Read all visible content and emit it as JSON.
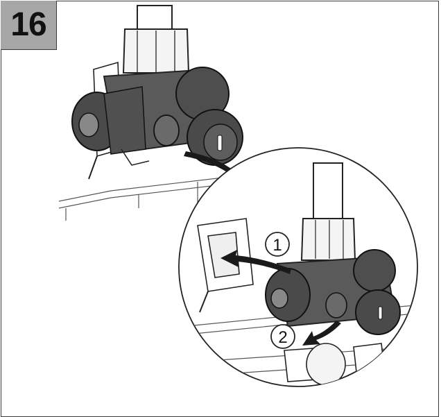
{
  "step": {
    "number": "16"
  },
  "callouts": [
    {
      "label": "1"
    },
    {
      "label": "2"
    }
  ],
  "colors": {
    "part_dark": "#4d4d4d",
    "part_mid": "#7a7a7a",
    "badge": "#a7a7a7",
    "line": "#222222"
  },
  "icons": [
    "curved-arrow-icon",
    "valve-assembly",
    "zoom-detail-circle"
  ]
}
